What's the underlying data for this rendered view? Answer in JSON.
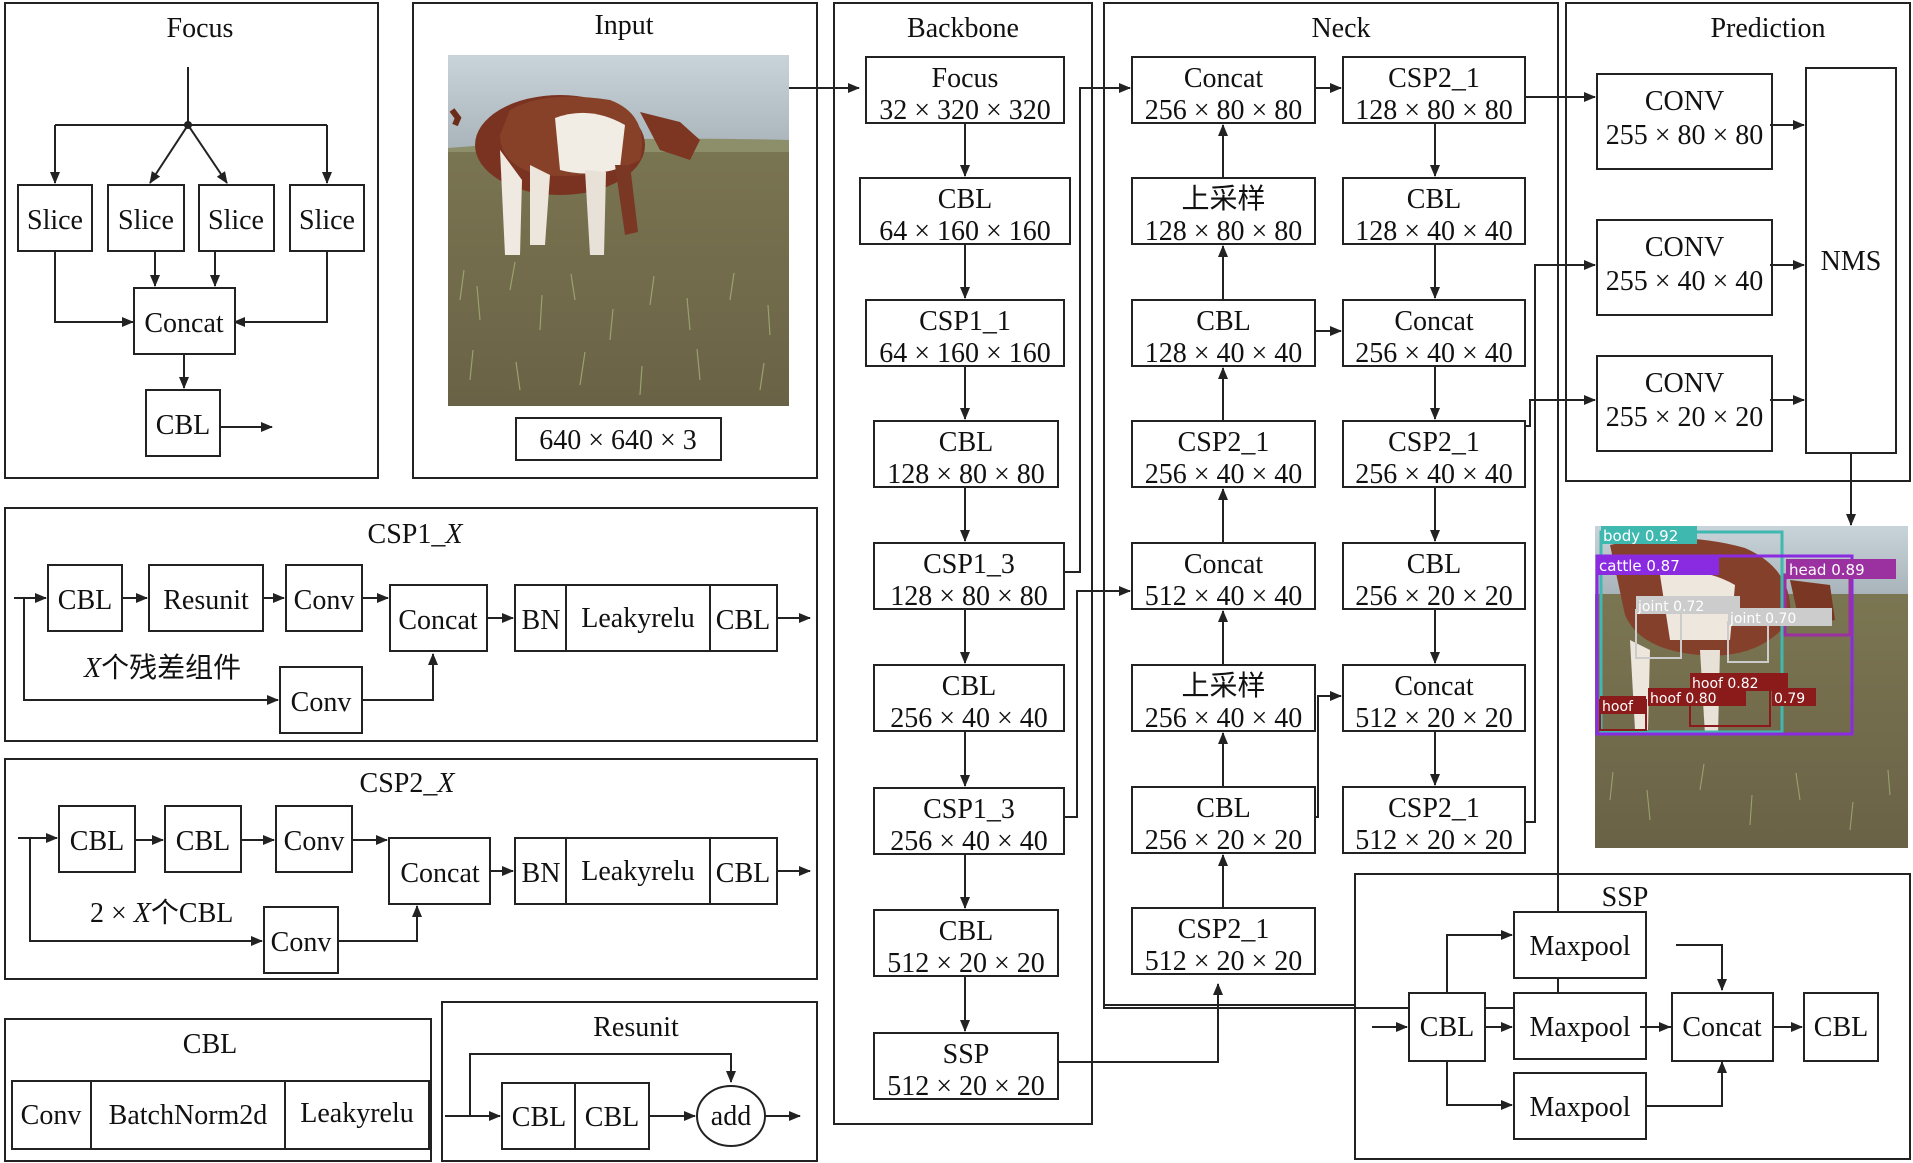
{
  "focus": {
    "title": "Focus",
    "slices": [
      "Slice",
      "Slice",
      "Slice",
      "Slice"
    ],
    "concat": "Concat",
    "cbl": "CBL"
  },
  "input": {
    "title": "Input",
    "size": "640 × 640 × 3"
  },
  "backbone": {
    "title": "Backbone",
    "blocks": [
      {
        "name": "Focus",
        "dims": "32 × 320 × 320"
      },
      {
        "name": "CBL",
        "dims": "64 × 160 × 160"
      },
      {
        "name": "CSP1_1",
        "dims": "64 × 160 × 160"
      },
      {
        "name": "CBL",
        "dims": "128 × 80 × 80"
      },
      {
        "name": "CSP1_3",
        "dims": "128 × 80 × 80"
      },
      {
        "name": "CBL",
        "dims": "256 × 40 × 40"
      },
      {
        "name": "CSP1_3",
        "dims": "256 × 40 × 40"
      },
      {
        "name": "CBL",
        "dims": "512 × 20 × 20"
      },
      {
        "name": "SSP",
        "dims": "512 × 20 × 20"
      }
    ]
  },
  "neck": {
    "title": "Neck",
    "left": [
      {
        "name": "Concat",
        "dims": "256 × 80 × 80"
      },
      {
        "name": "上采样",
        "dims": "128 × 80 × 80"
      },
      {
        "name": "CBL",
        "dims": "128 × 40 × 40"
      },
      {
        "name": "CSP2_1",
        "dims": "256 × 40 × 40"
      },
      {
        "name": "Concat",
        "dims": "512 × 40 × 40"
      },
      {
        "name": "上采样",
        "dims": "256 × 40 × 40"
      },
      {
        "name": "CBL",
        "dims": "256 × 20 × 20"
      },
      {
        "name": "CSP2_1",
        "dims": "512 × 20 × 20"
      }
    ],
    "right": [
      {
        "name": "CSP2_1",
        "dims": "128 × 80 × 80"
      },
      {
        "name": "CBL",
        "dims": "128 × 40 × 40"
      },
      {
        "name": "Concat",
        "dims": "256 × 40 × 40"
      },
      {
        "name": "CSP2_1",
        "dims": "256 × 40 × 40"
      },
      {
        "name": "CBL",
        "dims": "256 × 20 × 20"
      },
      {
        "name": "Concat",
        "dims": "512 × 20 × 20"
      },
      {
        "name": "CSP2_1",
        "dims": "512 × 20 × 20"
      }
    ]
  },
  "prediction": {
    "title": "Prediction",
    "convs": [
      {
        "name": "CONV",
        "dims": "255 × 80 × 80"
      },
      {
        "name": "CONV",
        "dims": "255 × 40 × 40"
      },
      {
        "name": "CONV",
        "dims": "255 × 20 × 20"
      }
    ],
    "nms": "NMS",
    "detections": [
      {
        "label": "body  0.92",
        "color": "#3fb8b0"
      },
      {
        "label": "cattle  0.87",
        "color": "#8a2be2"
      },
      {
        "label": "head  0.89",
        "color": "#9b30a0"
      },
      {
        "label": "joint  0.72",
        "color": "#cccccc"
      },
      {
        "label": "joint  0.70",
        "color": "#cccccc"
      },
      {
        "label": "hoof  0.82",
        "color": "#8b1a1a"
      },
      {
        "label": "hoof  0.80",
        "color": "#8b1a1a"
      },
      {
        "label": "hoof",
        "color": "#8b1a1a"
      },
      {
        "label": "0.79",
        "color": "#8b1a1a"
      }
    ]
  },
  "csp1": {
    "title_main": "CSP1_",
    "title_var": "X",
    "cbl": "CBL",
    "resunit": "Resunit",
    "conv": "Conv",
    "concat": "Concat",
    "bn": "BN",
    "leaky": "Leakyrelu",
    "cbl_out": "CBL",
    "conv2": "Conv",
    "note_var": "X",
    "note_text": "个残差组件"
  },
  "csp2": {
    "title_main": "CSP2_",
    "title_var": "X",
    "cbl1": "CBL",
    "cbl2": "CBL",
    "conv": "Conv",
    "concat": "Concat",
    "bn": "BN",
    "leaky": "Leakyrelu",
    "cbl_out": "CBL",
    "conv2": "Conv",
    "note_pre": "2 × ",
    "note_var": "X",
    "note_text": "个CBL"
  },
  "cbl": {
    "title": "CBL",
    "conv": "Conv",
    "bn": "BatchNorm2d",
    "leaky": "Leakyrelu"
  },
  "resunit": {
    "title": "Resunit",
    "cbl1": "CBL",
    "cbl2": "CBL",
    "add": "add"
  },
  "ssp": {
    "title": "SSP",
    "cbl": "CBL",
    "maxpools": [
      "Maxpool",
      "Maxpool",
      "Maxpool"
    ],
    "concat": "Concat",
    "cbl_out": "CBL"
  },
  "colors": {
    "line": "#222222",
    "sky": "#b9c4cc",
    "grass": "#77704f"
  }
}
